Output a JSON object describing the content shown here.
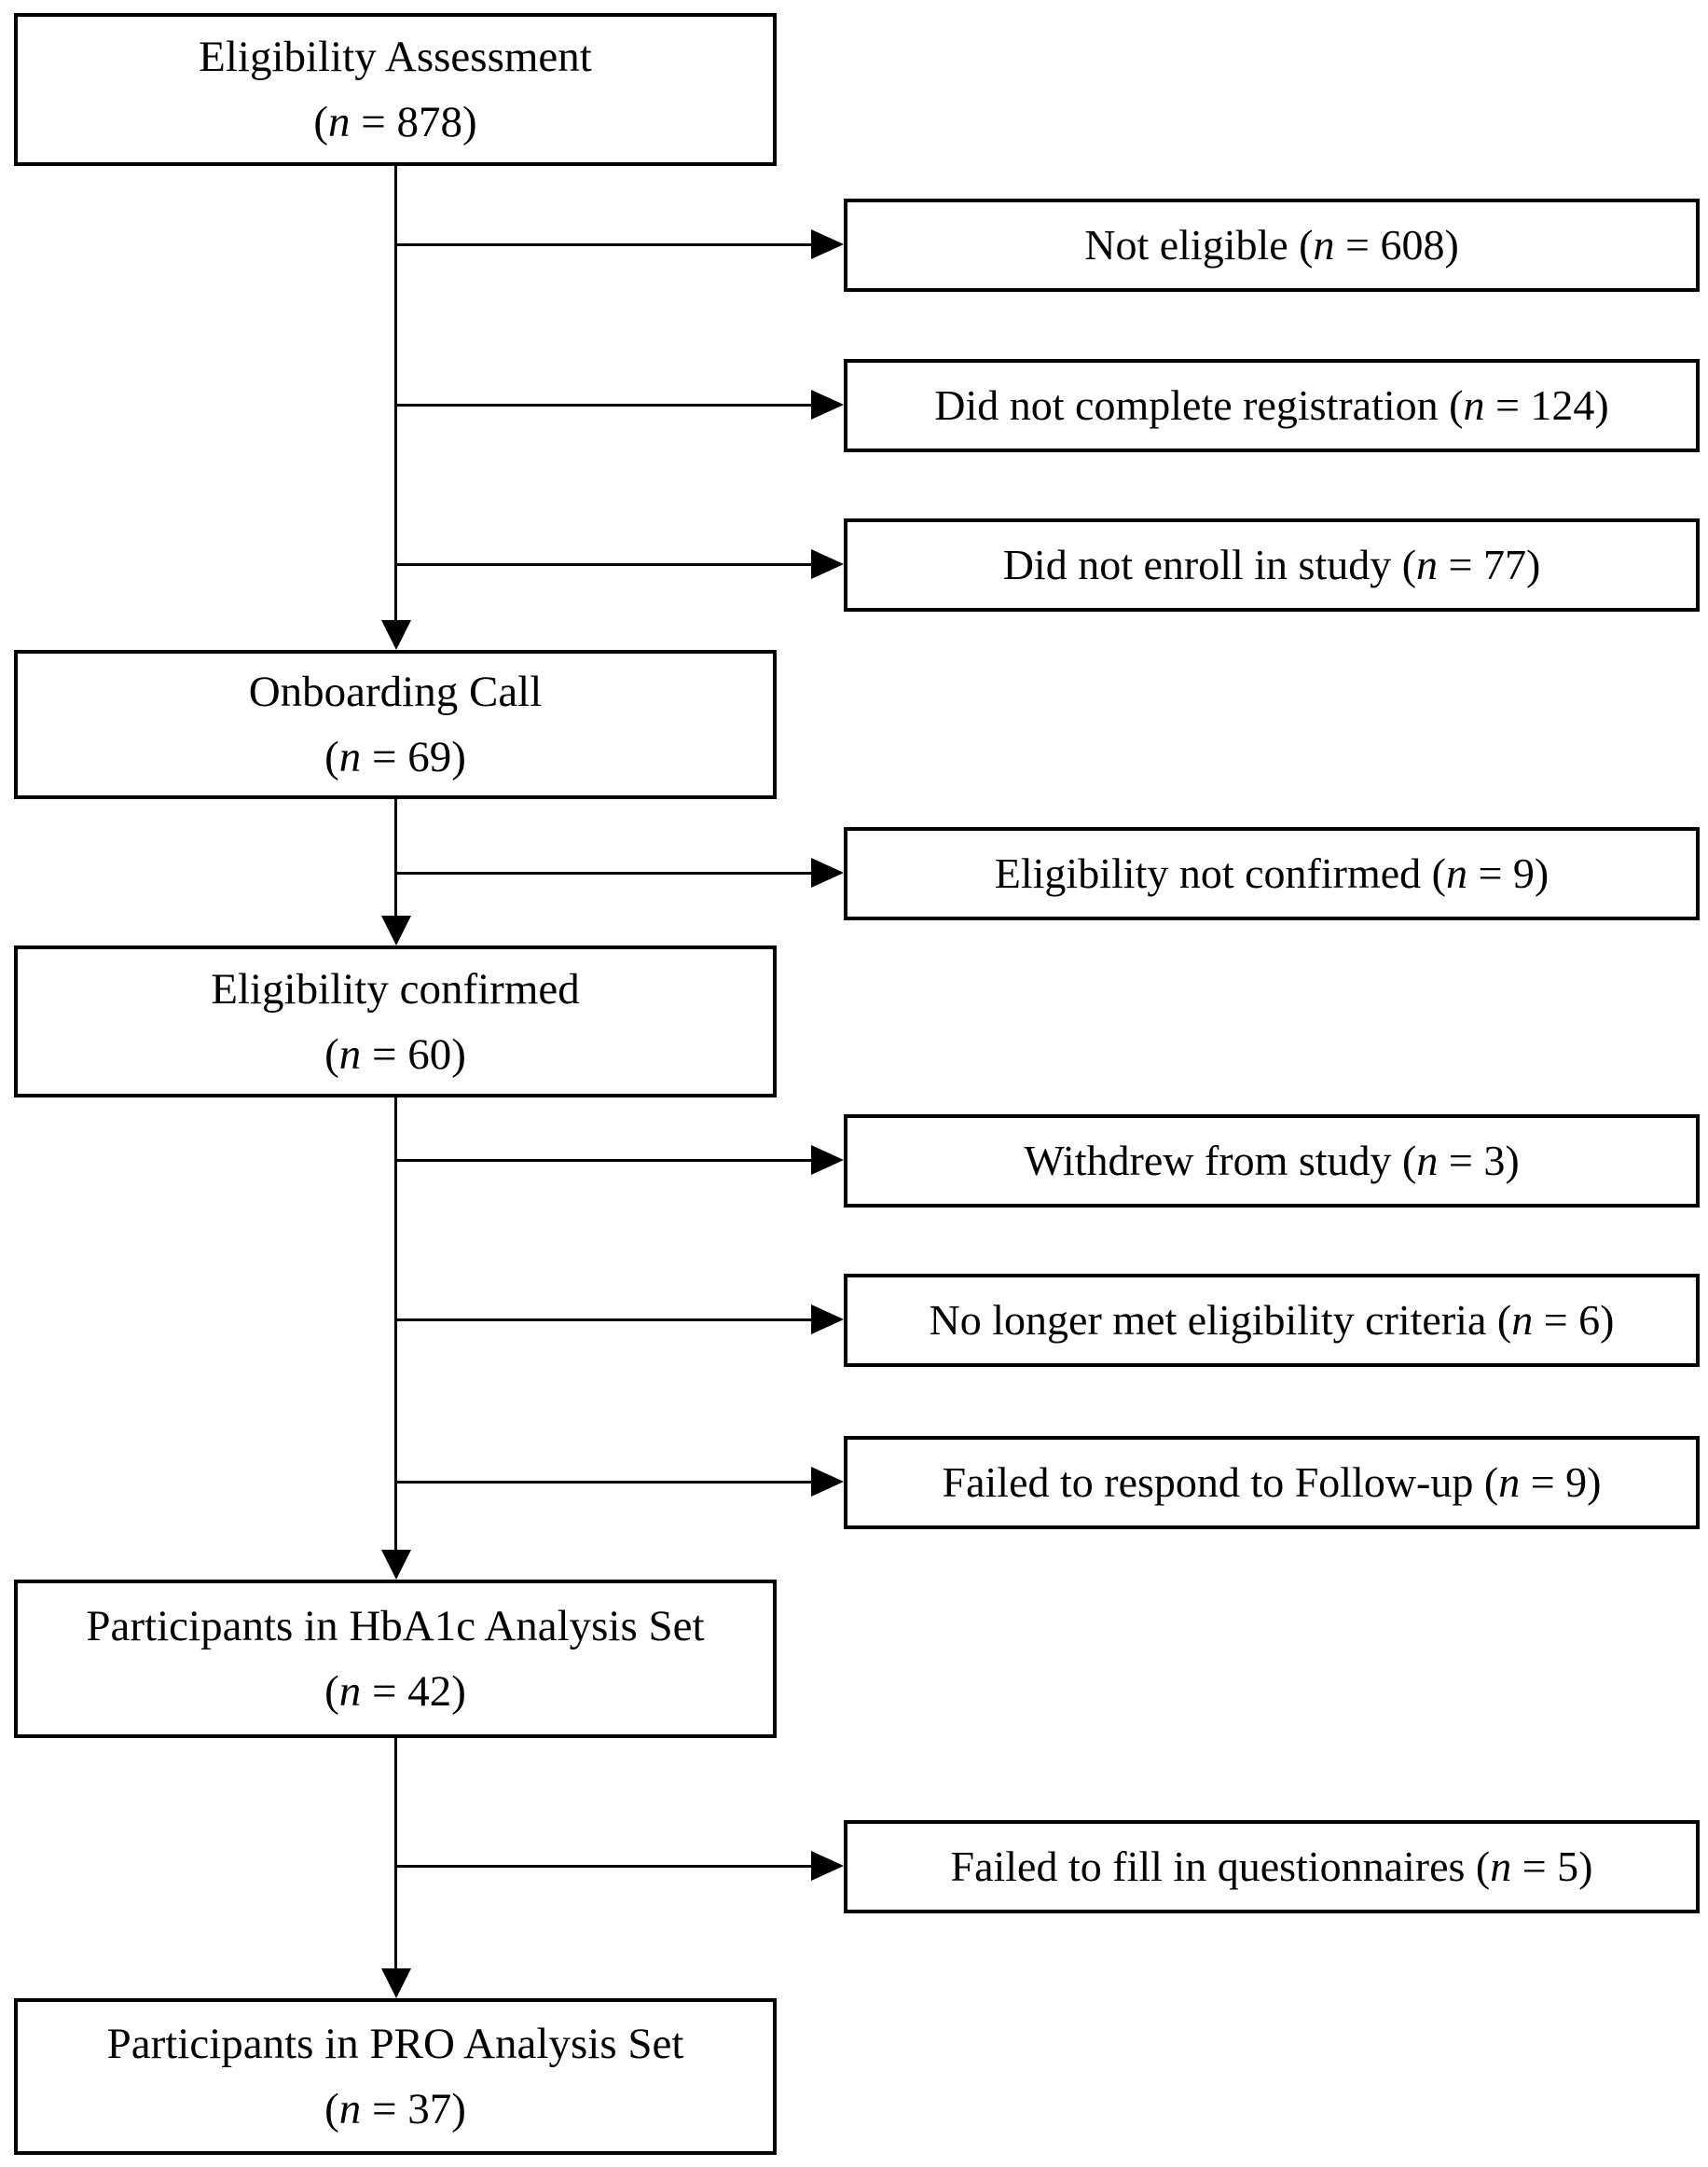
{
  "figure": {
    "background_color": "#ffffff",
    "line_color": "#000000",
    "main_boxes": [
      {
        "title": "Eligibility Assessment",
        "n_open": "(",
        "n_italic": "n",
        "n_rest": " = 878)"
      },
      {
        "title": "Onboarding Call",
        "n_open": "(",
        "n_italic": "n",
        "n_rest": " = 69)"
      },
      {
        "title": "Eligibility confirmed",
        "n_open": "(",
        "n_italic": "n",
        "n_rest": " = 60)"
      },
      {
        "title": "Participants in HbA1c Analysis Set",
        "n_open": "(",
        "n_italic": "n",
        "n_rest": " = 42)"
      },
      {
        "title": "Participants in PRO Analysis Set",
        "n_open": "(",
        "n_italic": "n",
        "n_rest": " = 37)"
      }
    ],
    "side_boxes": [
      {
        "pre": "Not eligible (",
        "n_italic": "n",
        "post": " = 608)"
      },
      {
        "pre": "Did not complete registration (",
        "n_italic": "n",
        "post": " = 124)"
      },
      {
        "pre": "Did not enroll in study (",
        "n_italic": "n",
        "post": " = 77)"
      },
      {
        "pre": "Eligibility not confirmed (",
        "n_italic": "n",
        "post": " = 9)"
      },
      {
        "pre": "Withdrew from study (",
        "n_italic": "n",
        "post": " = 3)"
      },
      {
        "pre": "No longer met eligibility criteria (",
        "n_italic": "n",
        "post": " = 6)"
      },
      {
        "pre": "Failed to respond to Follow-up (",
        "n_italic": "n",
        "post": " = 9)"
      },
      {
        "pre": "Failed to fill in questionnaires (",
        "n_italic": "n",
        "post": " = 5)"
      }
    ]
  }
}
